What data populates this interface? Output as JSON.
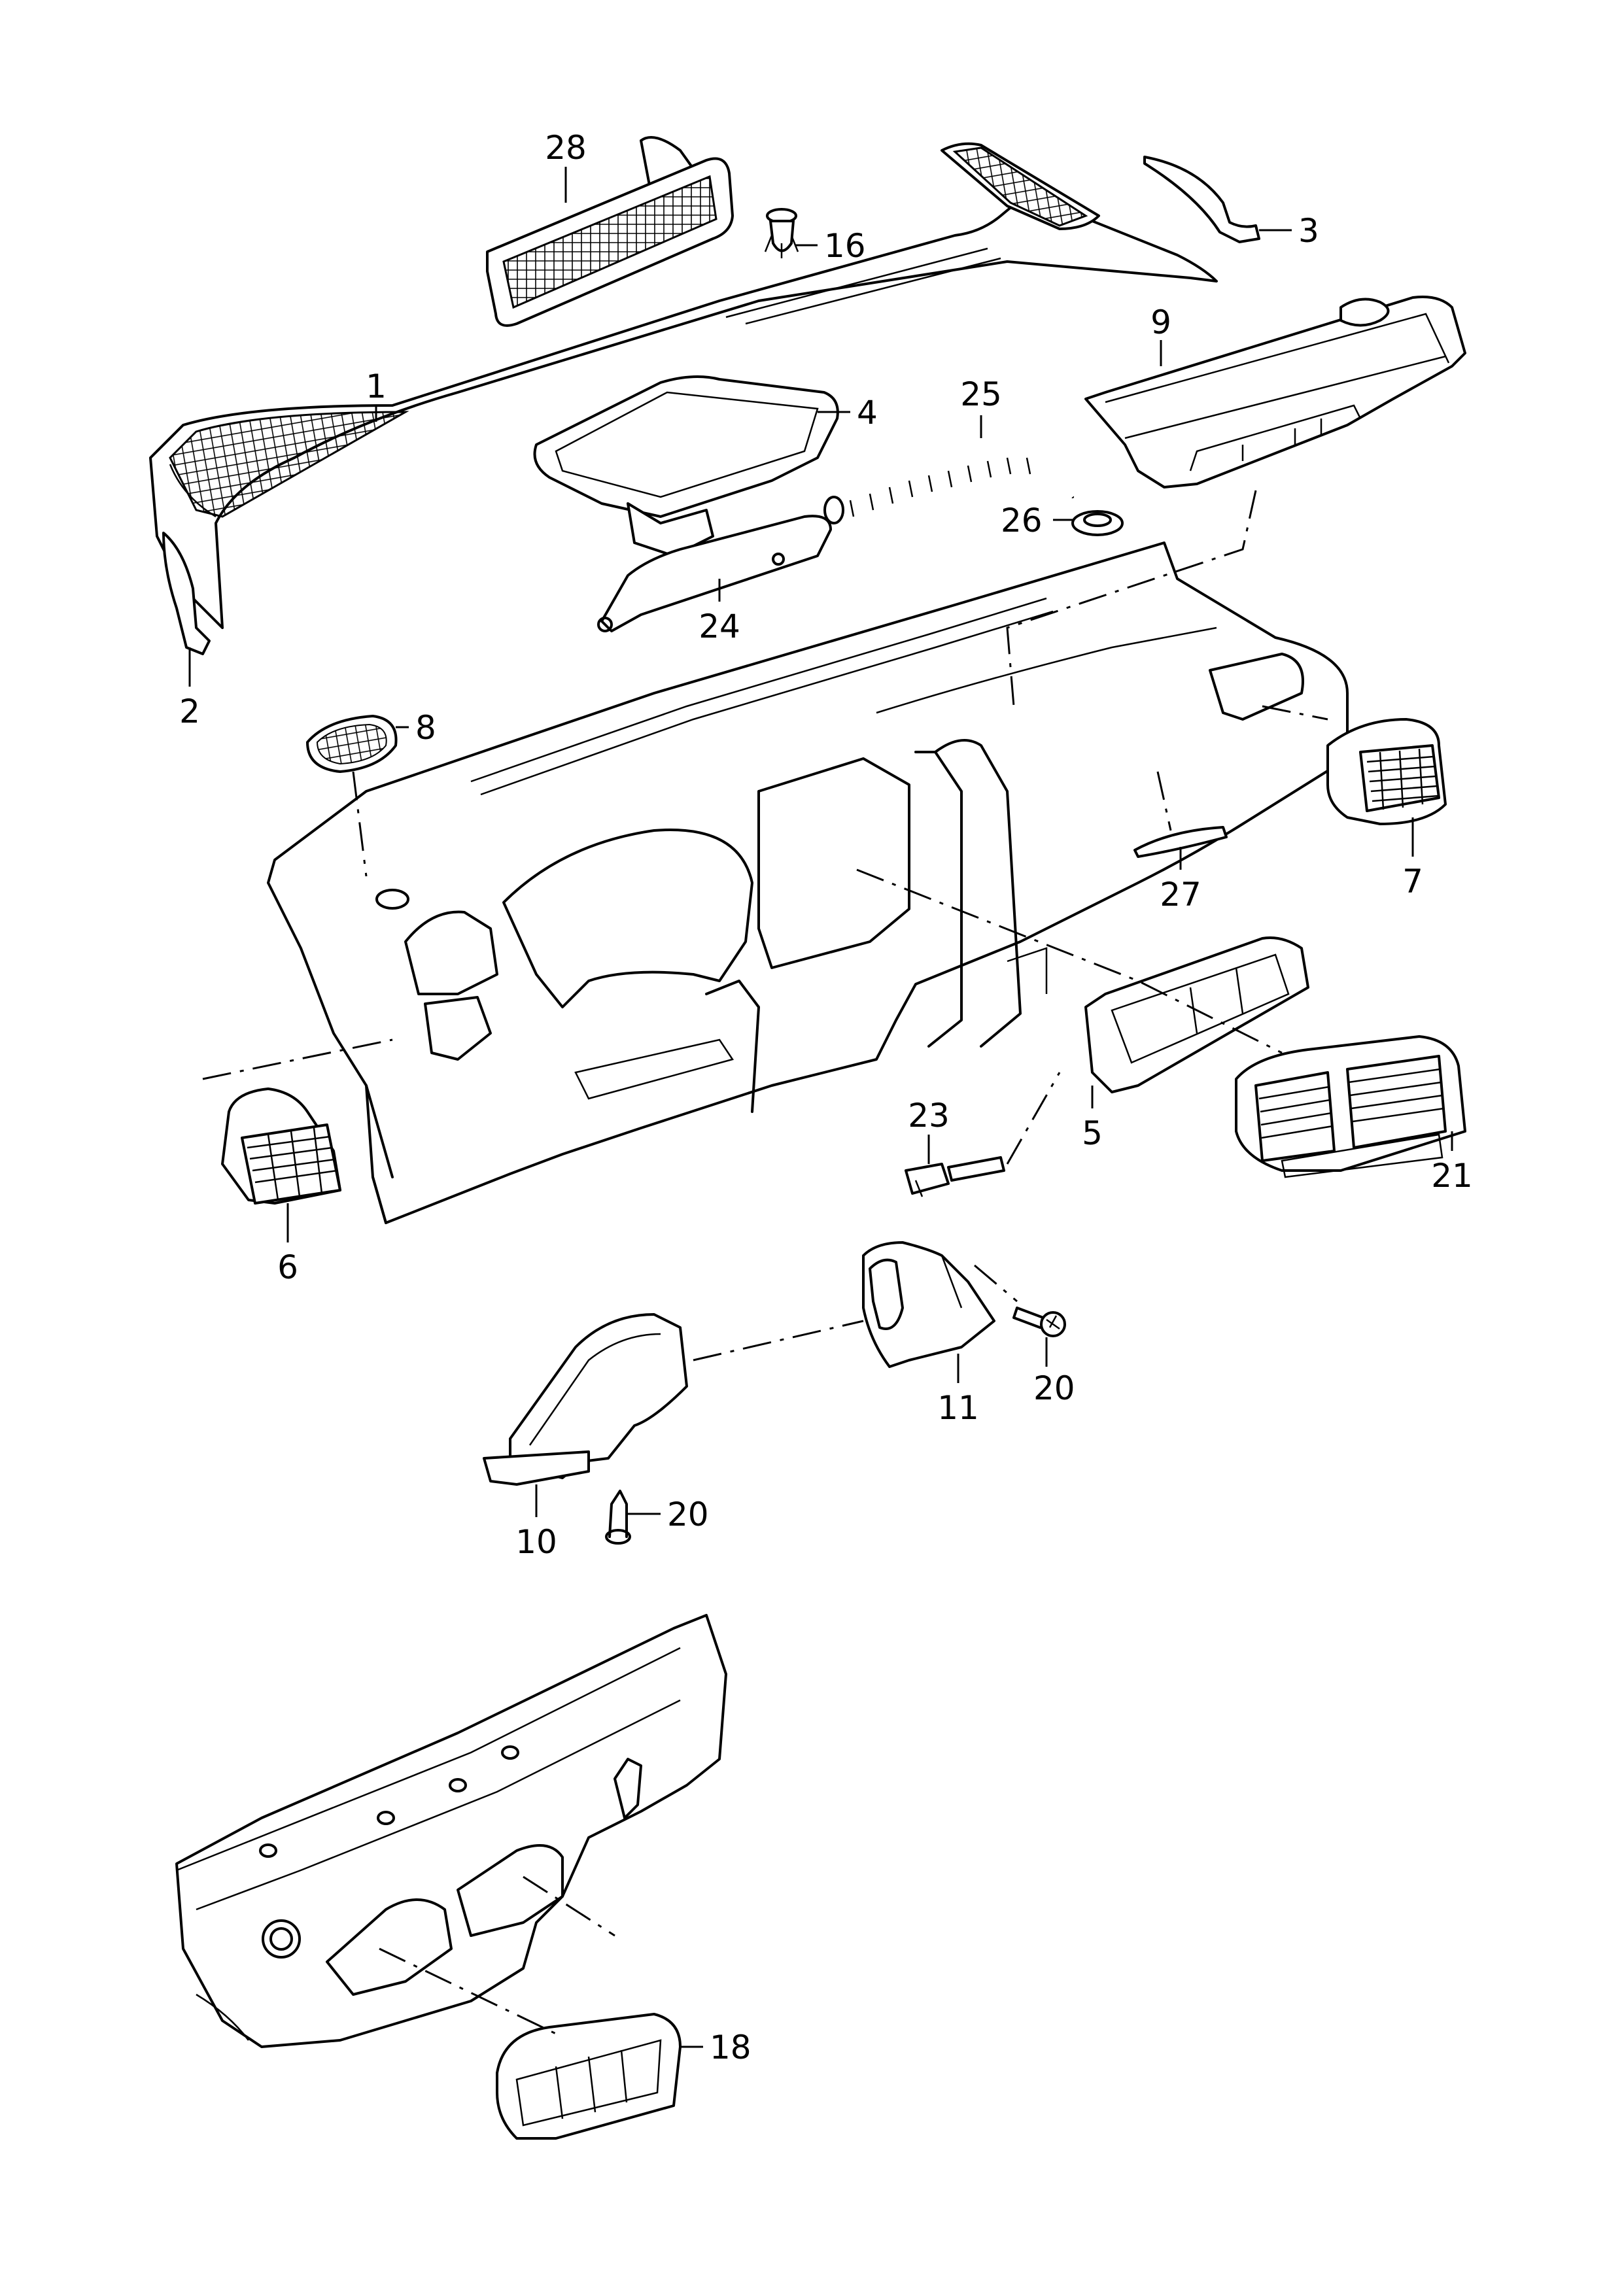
{
  "diagram": {
    "callouts": [
      {
        "id": "c1",
        "label": "1"
      },
      {
        "id": "c2",
        "label": "2"
      },
      {
        "id": "c3",
        "label": "3"
      },
      {
        "id": "c4",
        "label": "4"
      },
      {
        "id": "c5",
        "label": "5"
      },
      {
        "id": "c6",
        "label": "6"
      },
      {
        "id": "c7",
        "label": "7"
      },
      {
        "id": "c8",
        "label": "8"
      },
      {
        "id": "c9",
        "label": "9"
      },
      {
        "id": "c10",
        "label": "10"
      },
      {
        "id": "c11",
        "label": "11"
      },
      {
        "id": "c16",
        "label": "16"
      },
      {
        "id": "c18",
        "label": "18"
      },
      {
        "id": "c20a",
        "label": "20"
      },
      {
        "id": "c20b",
        "label": "20"
      },
      {
        "id": "c21",
        "label": "21"
      },
      {
        "id": "c23",
        "label": "23"
      },
      {
        "id": "c24",
        "label": "24"
      },
      {
        "id": "c25",
        "label": "25"
      },
      {
        "id": "c26",
        "label": "26"
      },
      {
        "id": "c27",
        "label": "27"
      },
      {
        "id": "c28",
        "label": "28"
      }
    ],
    "parts": [
      "upper-trim-panel",
      "trim-end-piece-left",
      "trim-end-piece-right",
      "defroster-duct",
      "center-vent-housing",
      "left-air-vent",
      "right-air-vent",
      "speaker-cover-grille",
      "passenger-airbag-module",
      "footwell-duct-left",
      "footwell-duct-right",
      "expanding-rivet",
      "bulkhead-vent",
      "self-tapping-screw",
      "center-air-vent",
      "temperature-sensor",
      "side-window-duct",
      "drain-hose",
      "grommet",
      "glovebox-light-lens",
      "speaker-grille",
      "dashboard",
      "bulkhead"
    ]
  }
}
